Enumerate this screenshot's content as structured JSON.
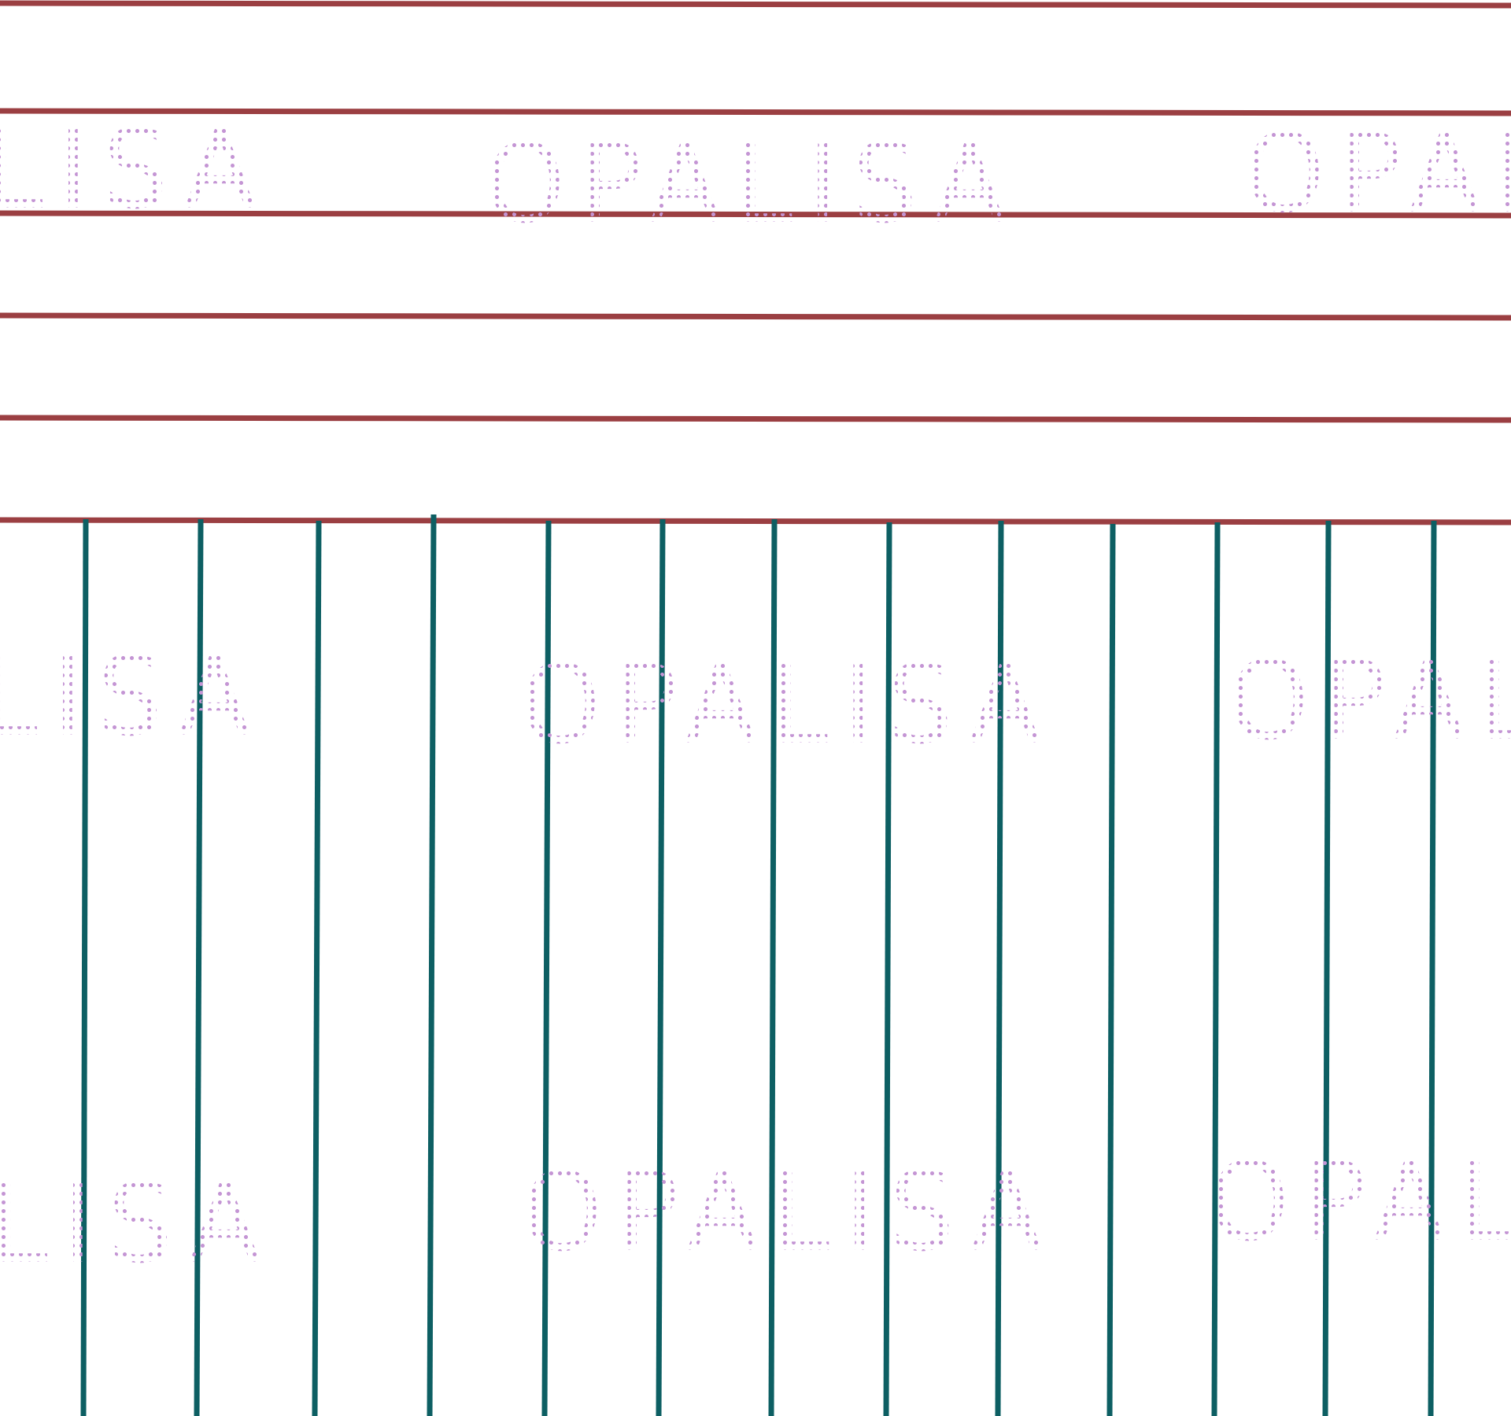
{
  "colors": {
    "background": "#ffffff",
    "horizontal_lines": "#9b3f42",
    "vertical_lines": "#0d5f63",
    "watermark": "#c495d4"
  },
  "watermark": {
    "segments": [
      "LISA",
      "OPALISA",
      "OPAL"
    ]
  },
  "ruling": {
    "horizontal_line_count": 6,
    "vertical_line_count": 13
  }
}
